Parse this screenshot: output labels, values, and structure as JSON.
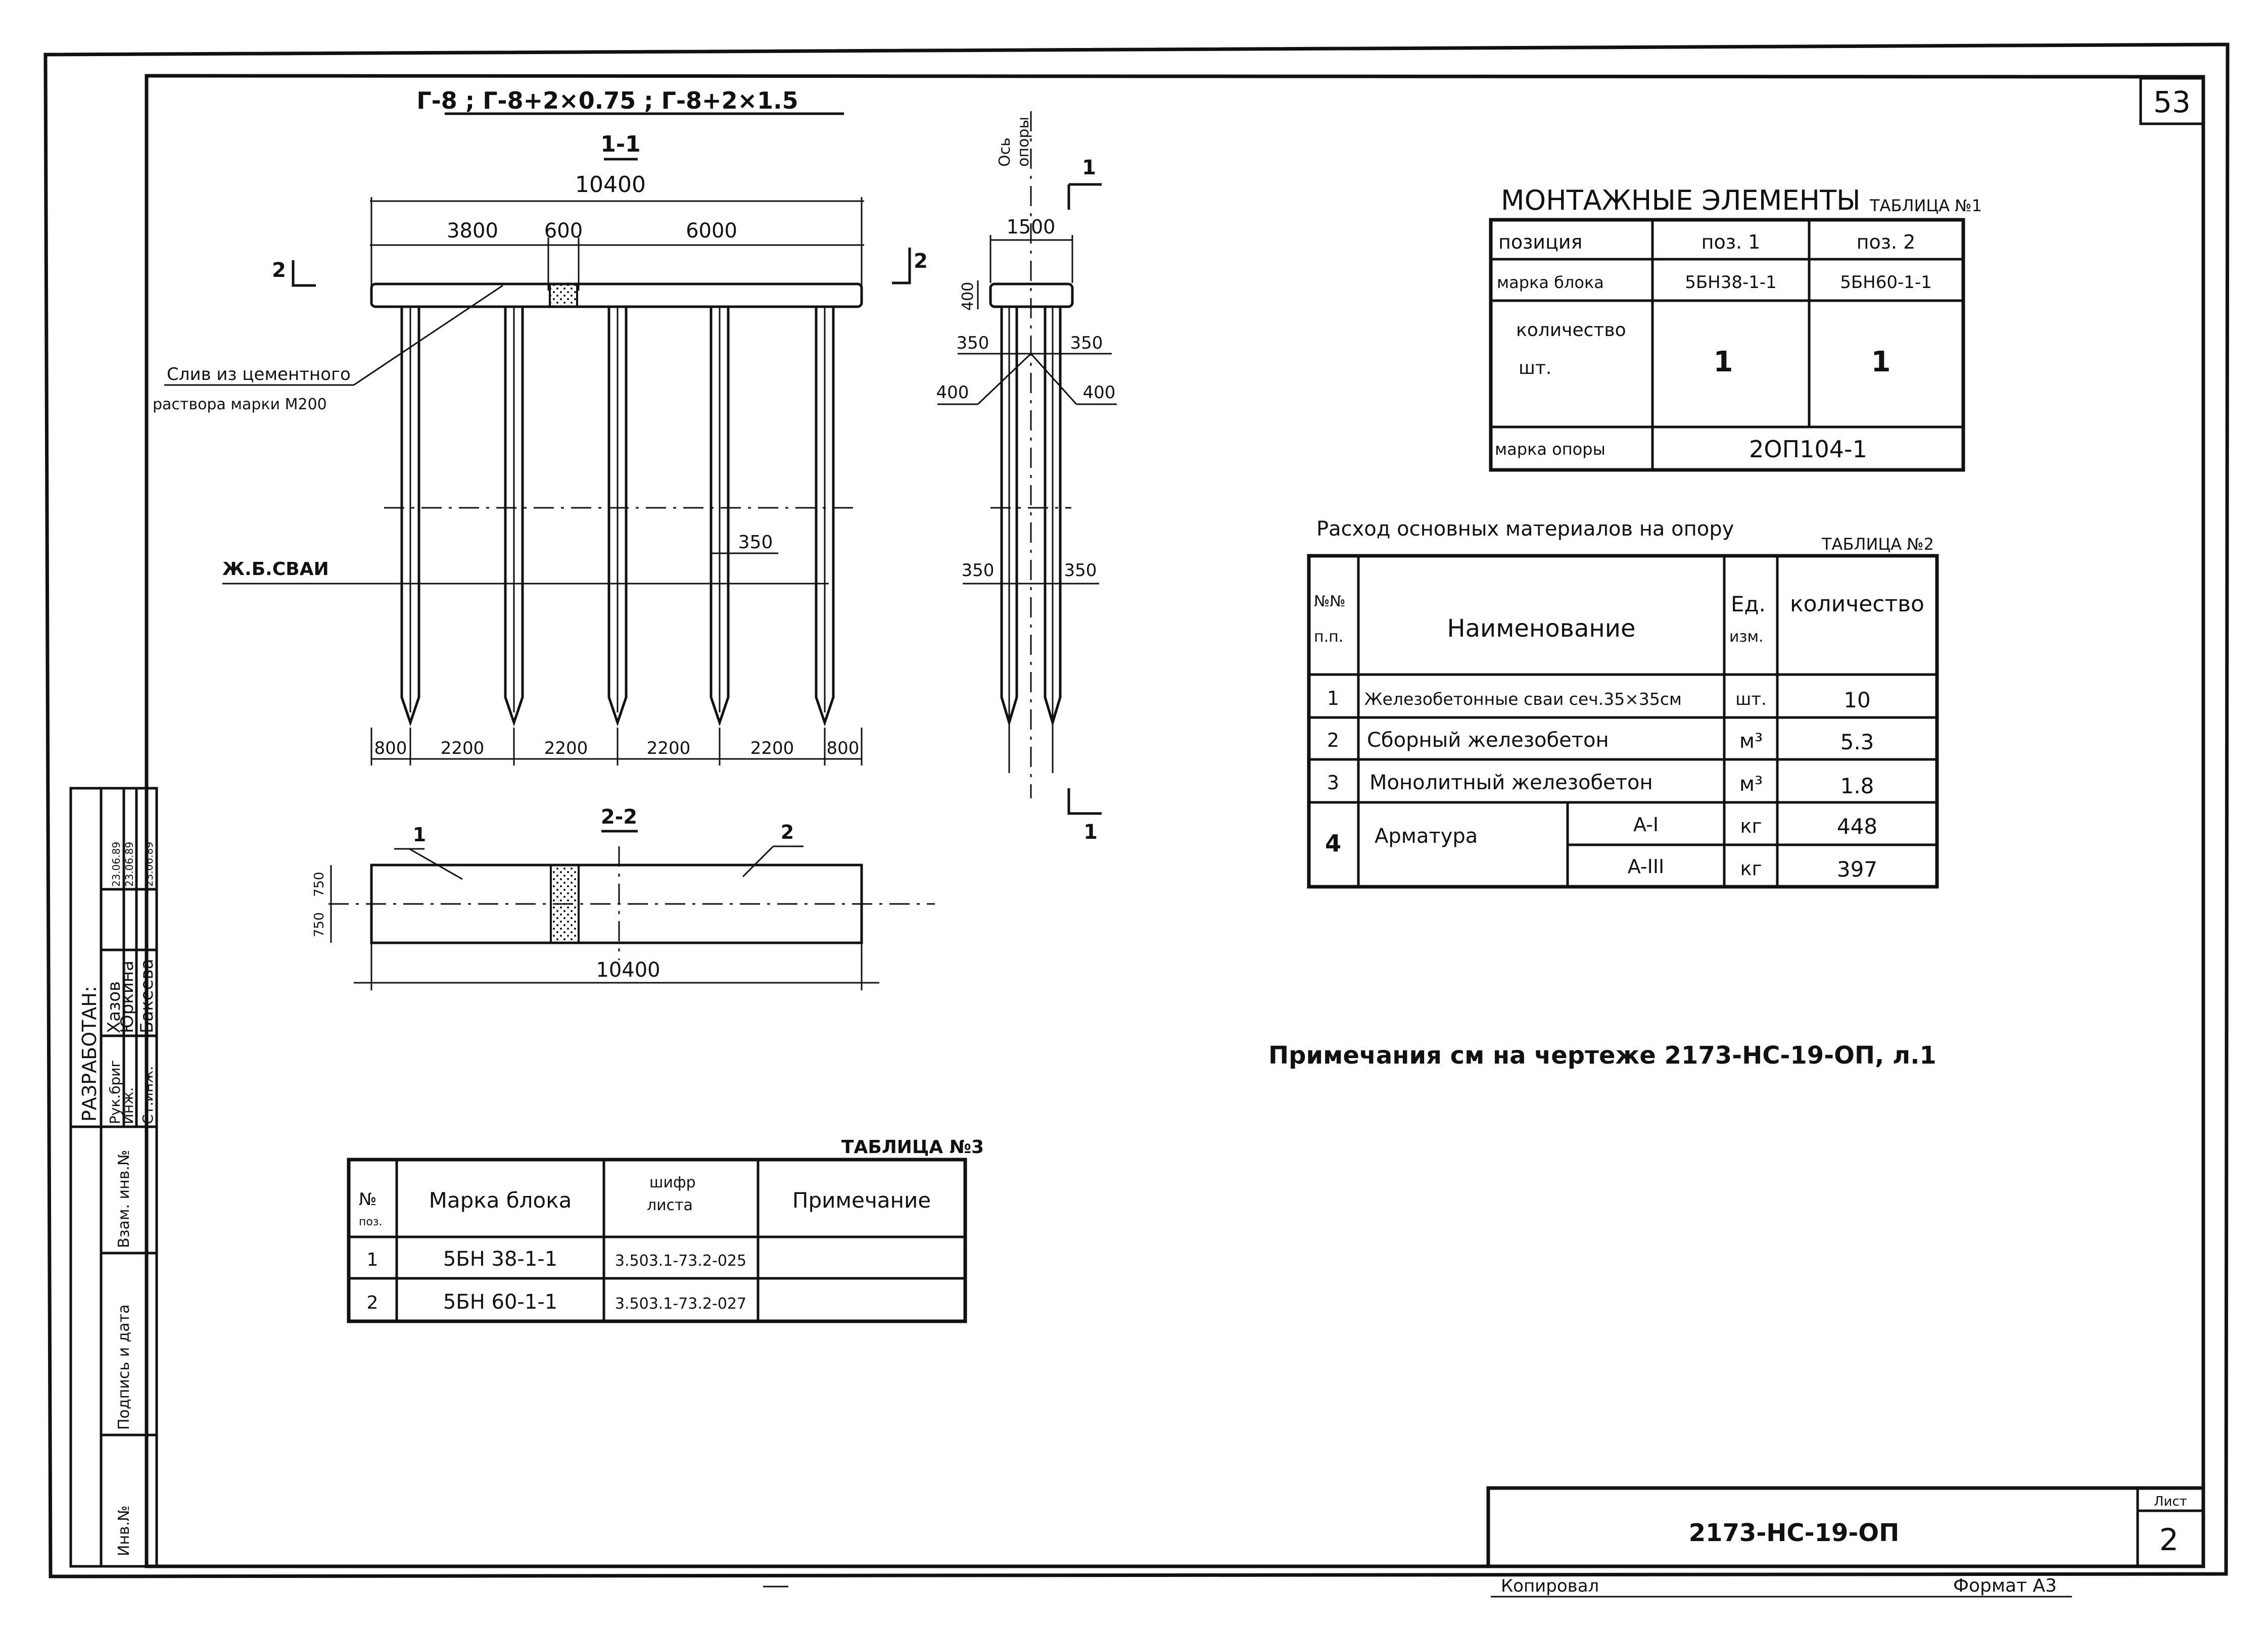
{
  "sheet_number": "53",
  "header": {
    "variants": "Г-8 ; Г-8+2×0.75 ; Г-8+2×1.5",
    "section_1_1": "1-1",
    "section_2_2": "2-2"
  },
  "elevation": {
    "total_width": "10400",
    "dim_left": "3800",
    "dim_joint": "600",
    "dim_right": "6000",
    "bottom_dims": [
      "800",
      "2200",
      "2200",
      "2200",
      "2200",
      "800"
    ],
    "pile_spacing_label": "350",
    "cut_mark": "2",
    "seam_label_line1": "Слив из цементного",
    "seam_label_line2": "раствора марки М200",
    "pile_label": "Ж.Б.СВАИ"
  },
  "side_view": {
    "axis_label_1": "Ось",
    "axis_label_2": "опоры",
    "width": "1500",
    "height": "400",
    "d350_l": "350",
    "d350_r": "350",
    "d400_l": "400",
    "d400_r": "400",
    "d350_l2": "350",
    "d350_r2": "350",
    "cut_mark": "1"
  },
  "plan": {
    "pos1": "1",
    "pos2": "2",
    "dim_750_top": "750",
    "dim_750_bottom": "750",
    "total_width": "10400"
  },
  "table1": {
    "title": "МОНТАЖНЫЕ ЭЛЕМЕНТЫ",
    "tag": "ТАБЛИЦА №1",
    "row_position": [
      "позиция",
      "поз. 1",
      "поз. 2"
    ],
    "row_brand": [
      "марка блока",
      "5БН38-1-1",
      "5БН60-1-1"
    ],
    "row_qty_label_1": "количество",
    "row_qty_label_2": "шт.",
    "row_qty_values": [
      "1",
      "1"
    ],
    "row_support_label": "марка опоры",
    "row_support_value": "2ОП104-1"
  },
  "table2": {
    "title": "Расход основных материалов на опору",
    "tag": "ТАБЛИЦА №2",
    "head_num_1": "№№",
    "head_num_2": "п.п.",
    "head_name": "Наименование",
    "head_unit_1": "Ед.",
    "head_unit_2": "изм.",
    "head_qty": "количество",
    "rows": [
      {
        "n": "1",
        "name": "Железобетонные сваи сеч.35×35см",
        "unit": "шт.",
        "qty": "10"
      },
      {
        "n": "2",
        "name": "Сборный железобетон",
        "unit": "м³",
        "qty": "5.3"
      },
      {
        "n": "3",
        "name": "Монолитный железобетон",
        "unit": "м³",
        "qty": "1.8"
      }
    ],
    "arm": {
      "n": "4",
      "name": "Арматура",
      "sub": [
        {
          "cls": "A-I",
          "unit": "кг",
          "qty": "448"
        },
        {
          "cls": "A-III",
          "unit": "кг",
          "qty": "397"
        }
      ]
    }
  },
  "note": "Примечания см на чертеже 2173-НС-19-ОП, л.1",
  "table3": {
    "tag": "ТАБЛИЦА №3",
    "head_num_1": "№",
    "head_num_2": "поз.",
    "head_brand": "Марка блока",
    "head_sheet_1": "шифр",
    "head_sheet_2": "листа",
    "head_note": "Примечание",
    "rows": [
      {
        "n": "1",
        "brand": "5БН 38-1-1",
        "sheet": "3.503.1-73.2-025",
        "note": ""
      },
      {
        "n": "2",
        "brand": "5БН 60-1-1",
        "sheet": "3.503.1-73.2-027",
        "note": ""
      }
    ]
  },
  "side_stamp": {
    "developed": "РАЗРАБОТАН:",
    "rows": [
      {
        "role": "Рук.бриг",
        "name": "Хазов"
      },
      {
        "role": "Инж.",
        "name": "Юркина"
      },
      {
        "role": "Ст.инж.",
        "name": "Бакеева"
      }
    ],
    "dates": [
      "23.06.89",
      "23.06.89",
      "23.06.89"
    ],
    "labels": [
      "Взам. инв.№",
      "Подпись и дата",
      "Инв.№"
    ]
  },
  "title_block": {
    "code": "2173-НС-19-ОП",
    "sheet_label": "Лист",
    "sheet_value": "2",
    "copied": "Копировал",
    "format": "Формат А3"
  }
}
